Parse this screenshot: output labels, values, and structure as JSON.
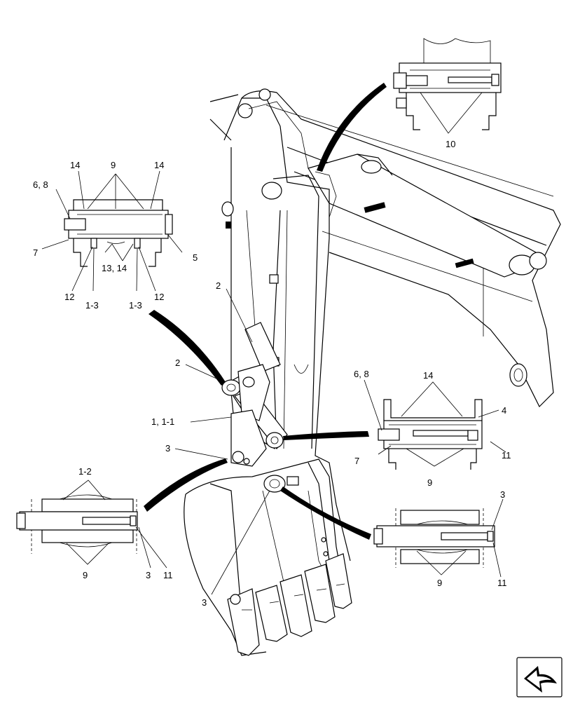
{
  "diagram": {
    "callouts": {
      "top_right": {
        "label": "10"
      },
      "top_left": {
        "label_14_left": "14",
        "label_9": "9",
        "label_14_right": "14",
        "label_6_8": "6, 8",
        "label_7": "7",
        "label_5": "5",
        "label_13_14": "13, 14",
        "label_12_left": "12",
        "label_12_right": "12",
        "label_1_3_left": "1-3",
        "label_1_3_right": "1-3"
      },
      "mid_right": {
        "label_6_8": "6, 8",
        "label_14": "14",
        "label_4": "4",
        "label_7": "7",
        "label_11": "11",
        "label_9": "9"
      },
      "bottom_left": {
        "label_1_2": "1-2",
        "label_9": "9",
        "label_3": "3",
        "label_11": "11"
      },
      "bottom_right": {
        "label_3": "3",
        "label_9": "9",
        "label_11": "11"
      }
    },
    "main": {
      "label_2_upper": "2",
      "label_2_lower": "2",
      "label_1_1_1": "1, 1-1",
      "label_3_mid": "3",
      "label_3_bottom": "3"
    },
    "nav_icon": "navigation-arrow-icon"
  }
}
